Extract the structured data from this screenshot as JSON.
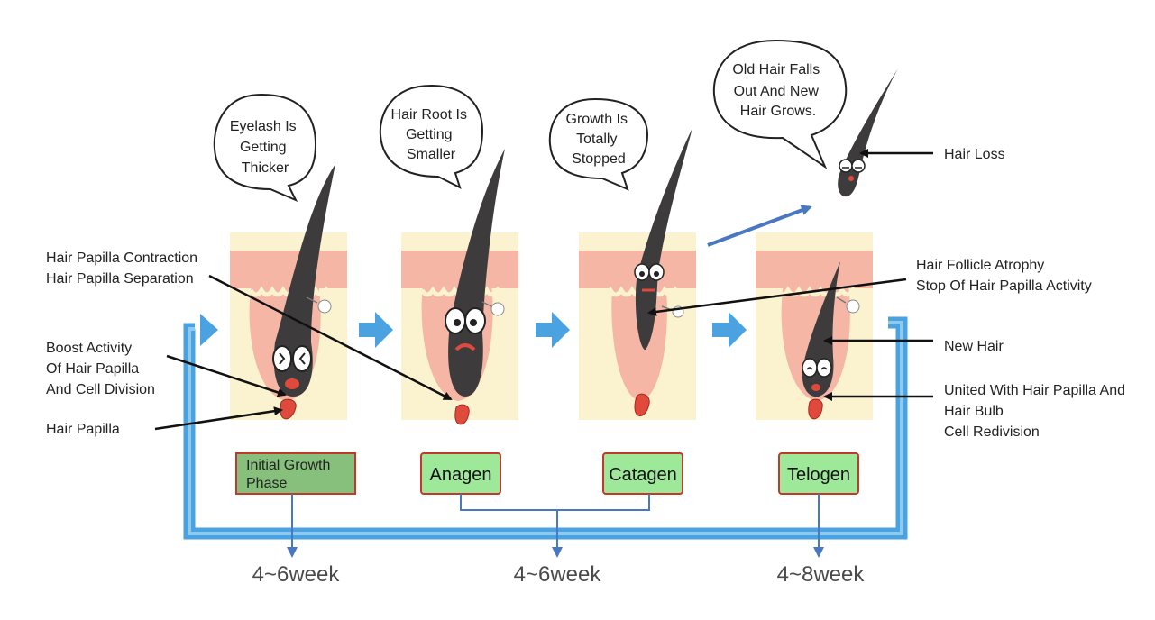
{
  "bubbles": {
    "stage1": [
      "Eyelash Is",
      "Getting",
      "Thicker"
    ],
    "stage2": [
      "Hair Root Is",
      "Getting",
      "Smaller"
    ],
    "stage3": [
      "Growth Is",
      "Totally",
      "Stopped"
    ],
    "stage4": [
      "Old Hair Falls",
      "Out And New",
      "Hair Grows."
    ]
  },
  "left_labels": {
    "contraction": [
      "Hair Papilla Contraction",
      "Hair Papilla Separation"
    ],
    "boost": [
      "Boost Activity",
      "Of Hair Papilla",
      "And Cell Division"
    ],
    "papilla": "Hair Papilla"
  },
  "right_labels": {
    "hair_loss": "Hair Loss",
    "atrophy": [
      "Hair Follicle Atrophy",
      "Stop Of Hair Papilla Activity"
    ],
    "new_hair": "New Hair",
    "united": [
      "United With Hair Papilla And",
      "Hair Bulb",
      "Cell Redivision"
    ]
  },
  "stages": {
    "initial": [
      "Initial Growth",
      "Phase"
    ],
    "anagen": "Anagen",
    "catagen": "Catagen",
    "telogen": "Telogen"
  },
  "durations": {
    "initial": "4~6week",
    "anagen_catagen": "4~6week",
    "telogen": "4~8week"
  },
  "colors": {
    "cycle_blue": "#4aa3e0",
    "connector_blue": "#4a78c0",
    "stage_green": "#9ee89a",
    "initial_green": "#86c07c",
    "stage_border": "#c0392b",
    "skin_cream": "#fbf3cf",
    "skin_pink": "#f5b6a6",
    "hair_dark": "#3d3b3c",
    "papilla_red": "#e04a3c"
  }
}
